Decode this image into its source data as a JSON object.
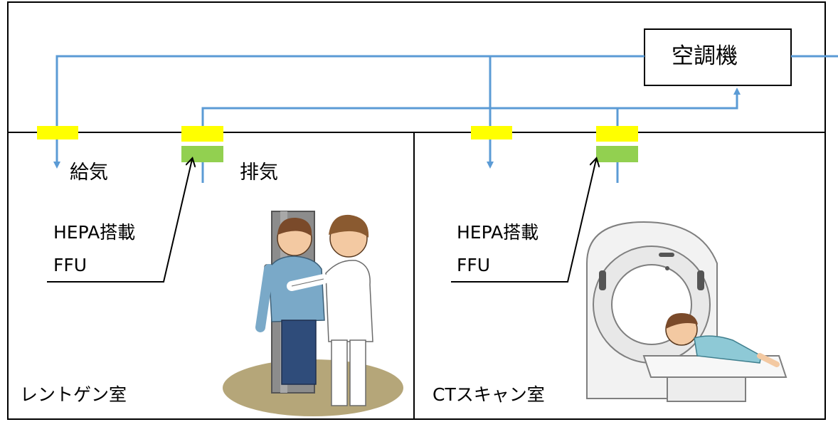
{
  "air_conditioner": {
    "label": "空調機"
  },
  "supply_label": "給気",
  "exhaust_label": "排気",
  "rooms": [
    {
      "name": "レントゲン室",
      "ffu_label_line1": "HEPA搭載",
      "ffu_label_line2": "FFU"
    },
    {
      "name": "CTスキャン室",
      "ffu_label_line1": "HEPA搭載",
      "ffu_label_line2": "FFU"
    }
  ],
  "colors": {
    "duct": "#5b9bd5",
    "vent": "#ffff00",
    "hepa_filter": "#92d050",
    "wall": "#000000",
    "floor_mat": "#b5a679"
  }
}
